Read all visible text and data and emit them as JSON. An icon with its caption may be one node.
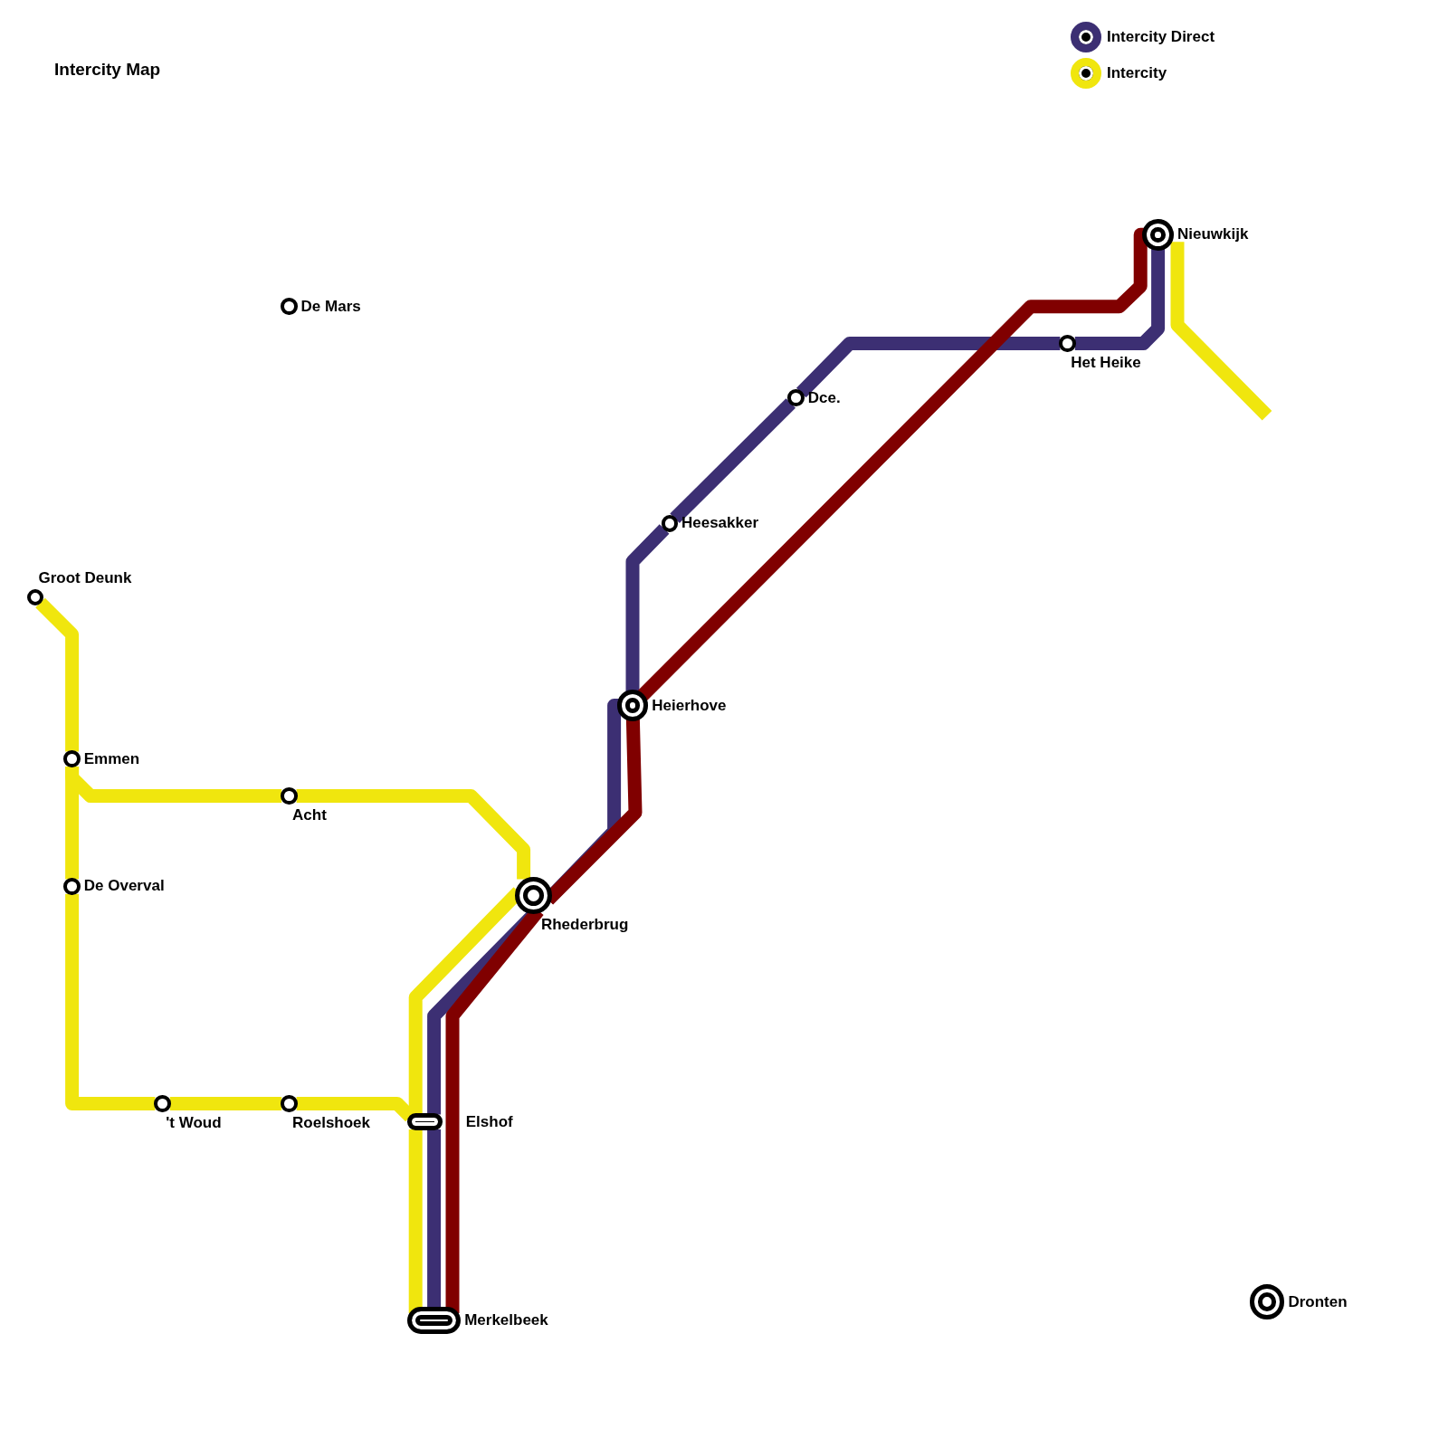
{
  "diagram": {
    "title": "Intercity Map",
    "nodes": [
      {
        "text": [
          "Groot Deunk"
        ]
      },
      {
        "text": [
          "Emmen"
        ]
      },
      {
        "text": [
          "De Overval"
        ]
      },
      {
        "text": [
          "Acht"
        ]
      },
      {
        "text": [
          "'t Woud"
        ]
      },
      {
        "text": [
          "Roelshoek"
        ]
      },
      {
        "text": [
          "De Mars"
        ]
      },
      {
        "text": [
          "Elshof"
        ]
      },
      {
        "text": [
          "Merkelbeek"
        ]
      },
      {
        "text": [
          "Rhederbrug"
        ]
      },
      {
        "text": [
          "Heierhove"
        ]
      },
      {
        "text": [
          "Heesakker"
        ]
      },
      {
        "text": [
          "Dce."
        ]
      },
      {
        "text": [
          "Het Heike"
        ]
      },
      {
        "text": [
          "Nieuwkijk"
        ]
      },
      {
        "text": [
          "Dronten"
        ]
      }
    ],
    "edges": [
      {
        "from": 0,
        "to": 1,
        "arrow": "none",
        "color": "#f0e60e"
      },
      {
        "from": 1,
        "to": 2,
        "arrow": "none",
        "color": "#f0e60e"
      },
      {
        "from": 2,
        "to": 4,
        "arrow": "none",
        "color": "#f0e60e"
      },
      {
        "from": 4,
        "to": 5,
        "arrow": "none",
        "color": "#f0e60e"
      },
      {
        "from": 5,
        "to": 7,
        "arrow": "none",
        "color": "#f0e60e"
      },
      {
        "from": 7,
        "to": 8,
        "arrow": "none",
        "color": "#f0e60e"
      },
      {
        "from": 1,
        "to": 3,
        "arrow": "none",
        "color": "#f0e60e"
      },
      {
        "from": 3,
        "to": 9,
        "arrow": "none",
        "color": "#f0e60e"
      },
      {
        "from": 9,
        "to": 7,
        "arrow": "none",
        "color": "#f0e60e"
      },
      {
        "from": 14,
        "to": null,
        "arrow": "none",
        "color": "#f0e60e"
      },
      {
        "from": 8,
        "to": 7,
        "arrow": "none",
        "color": "#3c2f73"
      },
      {
        "from": 7,
        "to": 9,
        "arrow": "none",
        "color": "#3c2f73"
      },
      {
        "from": 9,
        "to": 10,
        "arrow": "none",
        "color": "#3c2f73"
      },
      {
        "from": 10,
        "to": 11,
        "arrow": "none",
        "color": "#3c2f73"
      },
      {
        "from": 11,
        "to": 12,
        "arrow": "none",
        "color": "#3c2f73"
      },
      {
        "from": 12,
        "to": 13,
        "arrow": "none",
        "color": "#3c2f73"
      },
      {
        "from": 13,
        "to": 14,
        "arrow": "none",
        "color": "#3c2f73"
      },
      {
        "from": 8,
        "to": 9,
        "arrow": "none",
        "color": "#800000"
      },
      {
        "from": 9,
        "to": 10,
        "arrow": "none",
        "color": "#800000"
      },
      {
        "from": 10,
        "to": 14,
        "arrow": "none",
        "color": "#800000"
      }
    ],
    "legend": [
      {
        "text": "Intercity Direct",
        "color": "#3c2f73"
      },
      {
        "text": "Intercity",
        "color": "#f0e60e"
      }
    ]
  }
}
